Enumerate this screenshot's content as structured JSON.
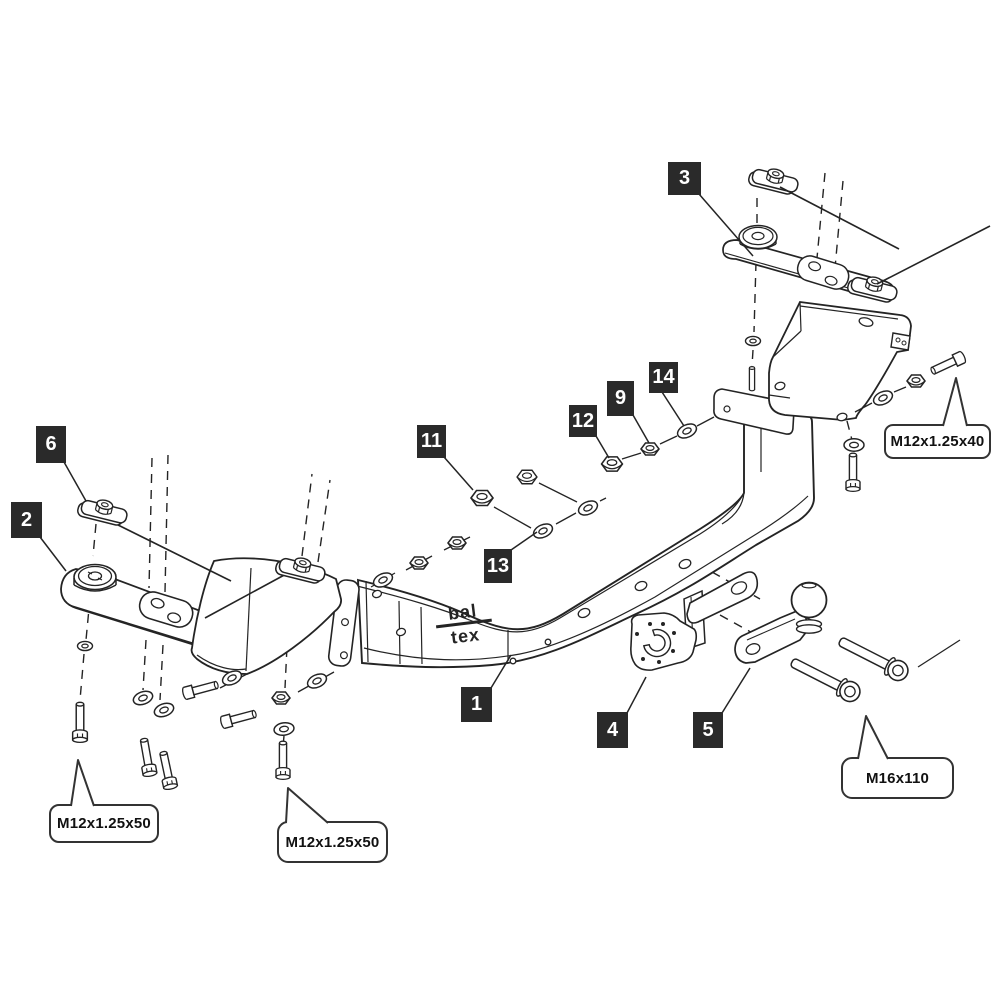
{
  "diagram": {
    "type": "exploded-assembly-drawing",
    "subject": "towbar hitch assembly",
    "background_color": "#ffffff",
    "line_color": "#242424",
    "label_box_color": "#2a2a2a",
    "label_text_color": "#ffffff"
  },
  "brand_logo": {
    "line1": "bal",
    "line2": "tex"
  },
  "part_numbers": [
    {
      "id": "1"
    },
    {
      "id": "2"
    },
    {
      "id": "3"
    },
    {
      "id": "4"
    },
    {
      "id": "5"
    },
    {
      "id": "6"
    },
    {
      "id": "9"
    },
    {
      "id": "11"
    },
    {
      "id": "12"
    },
    {
      "id": "13"
    },
    {
      "id": "14"
    }
  ],
  "spec_callouts": {
    "bottom_left": "M12x1.25x50",
    "bottom_center": "M12x1.25x50",
    "right": "M12x1.25x40",
    "bottom_right": "M16x110"
  }
}
